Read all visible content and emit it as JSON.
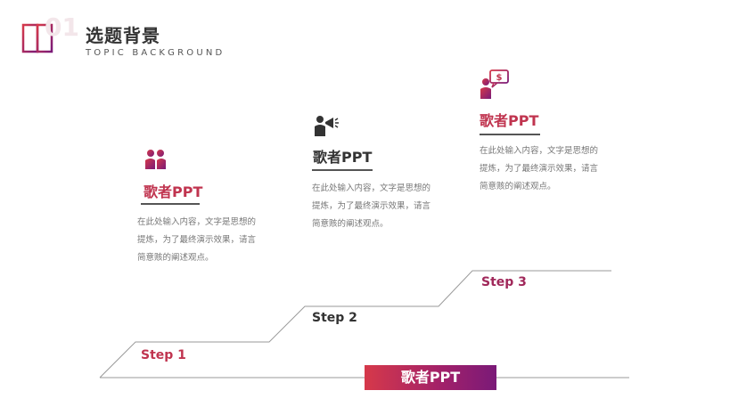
{
  "header": {
    "number": "01",
    "title": "选题背景",
    "subtitle": "TOPIC BACKGROUND"
  },
  "columns": [
    {
      "title": "歌者PPT",
      "desc_lines": [
        "在此处输入内容，文字是思想的",
        "提炼，为了最终演示效果，请言",
        "简意赅的阐述观点。"
      ],
      "icon": "businessmen-icon"
    },
    {
      "title": "歌者PPT",
      "desc_lines": [
        "在此处输入内容，文字是思想的",
        "提炼，为了最终演示效果，请言",
        "简意赅的阐述观点。"
      ],
      "icon": "megaphone-person-icon"
    },
    {
      "title": "歌者PPT",
      "desc_lines": [
        "在此处输入内容，文字是思想的",
        "提炼，为了最终演示效果，请言",
        "简意赅的阐述观点。"
      ],
      "icon": "money-speech-icon"
    }
  ],
  "steps": [
    "Step 1",
    "Step 2",
    "Step 3"
  ],
  "footer": {
    "label": "歌者PPT"
  },
  "colors": {
    "accent_red": "#c0344f",
    "accent_purple": "#7a1a78",
    "dark": "#333333",
    "muted": "#777777"
  }
}
